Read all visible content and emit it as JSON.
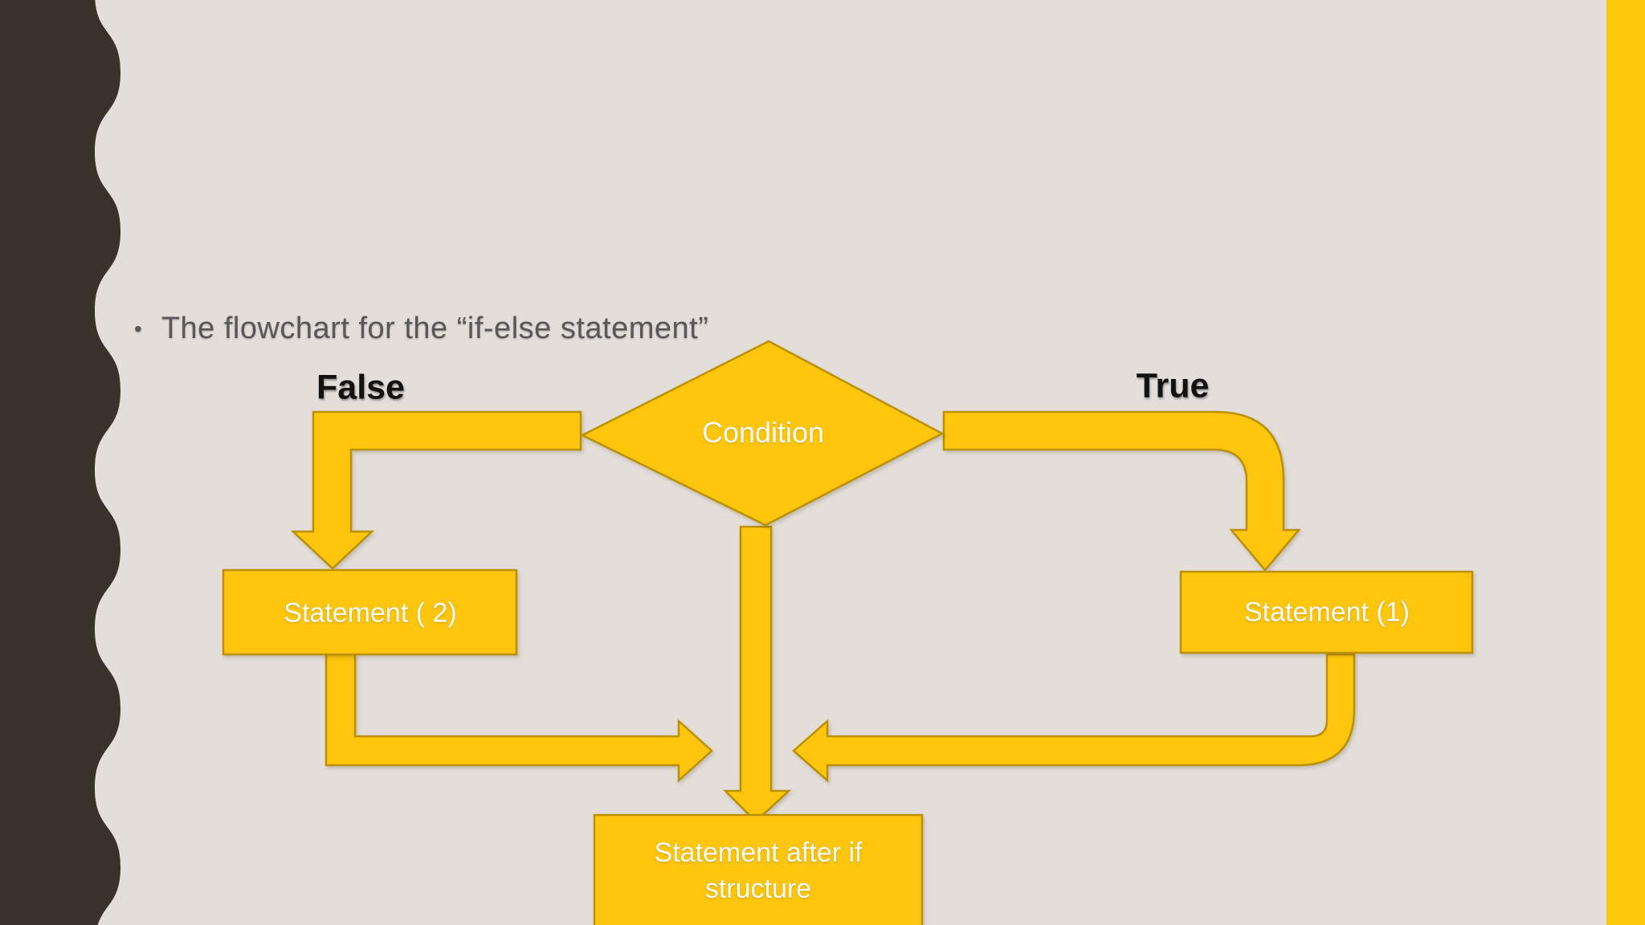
{
  "slide": {
    "bullet_glyph": "•",
    "bullet_text": "The flowchart for the “if-else statement”",
    "labels": {
      "false": "False",
      "true": "True"
    },
    "nodes": {
      "condition": "Condition",
      "statement2": "Statement ( 2)",
      "statement1": "Statement (1)",
      "after_line1": "Statement after if",
      "after_line2": "structure"
    },
    "colors": {
      "background": "#E3DEDA",
      "sidebar": "#38322A",
      "accent_stripe": "#FFC90B",
      "shape_fill": "#FFC60D",
      "shape_border": "#BB9100",
      "heading_text": "#585858",
      "label_text": "#121212",
      "node_text": "#FFFEFA"
    }
  }
}
